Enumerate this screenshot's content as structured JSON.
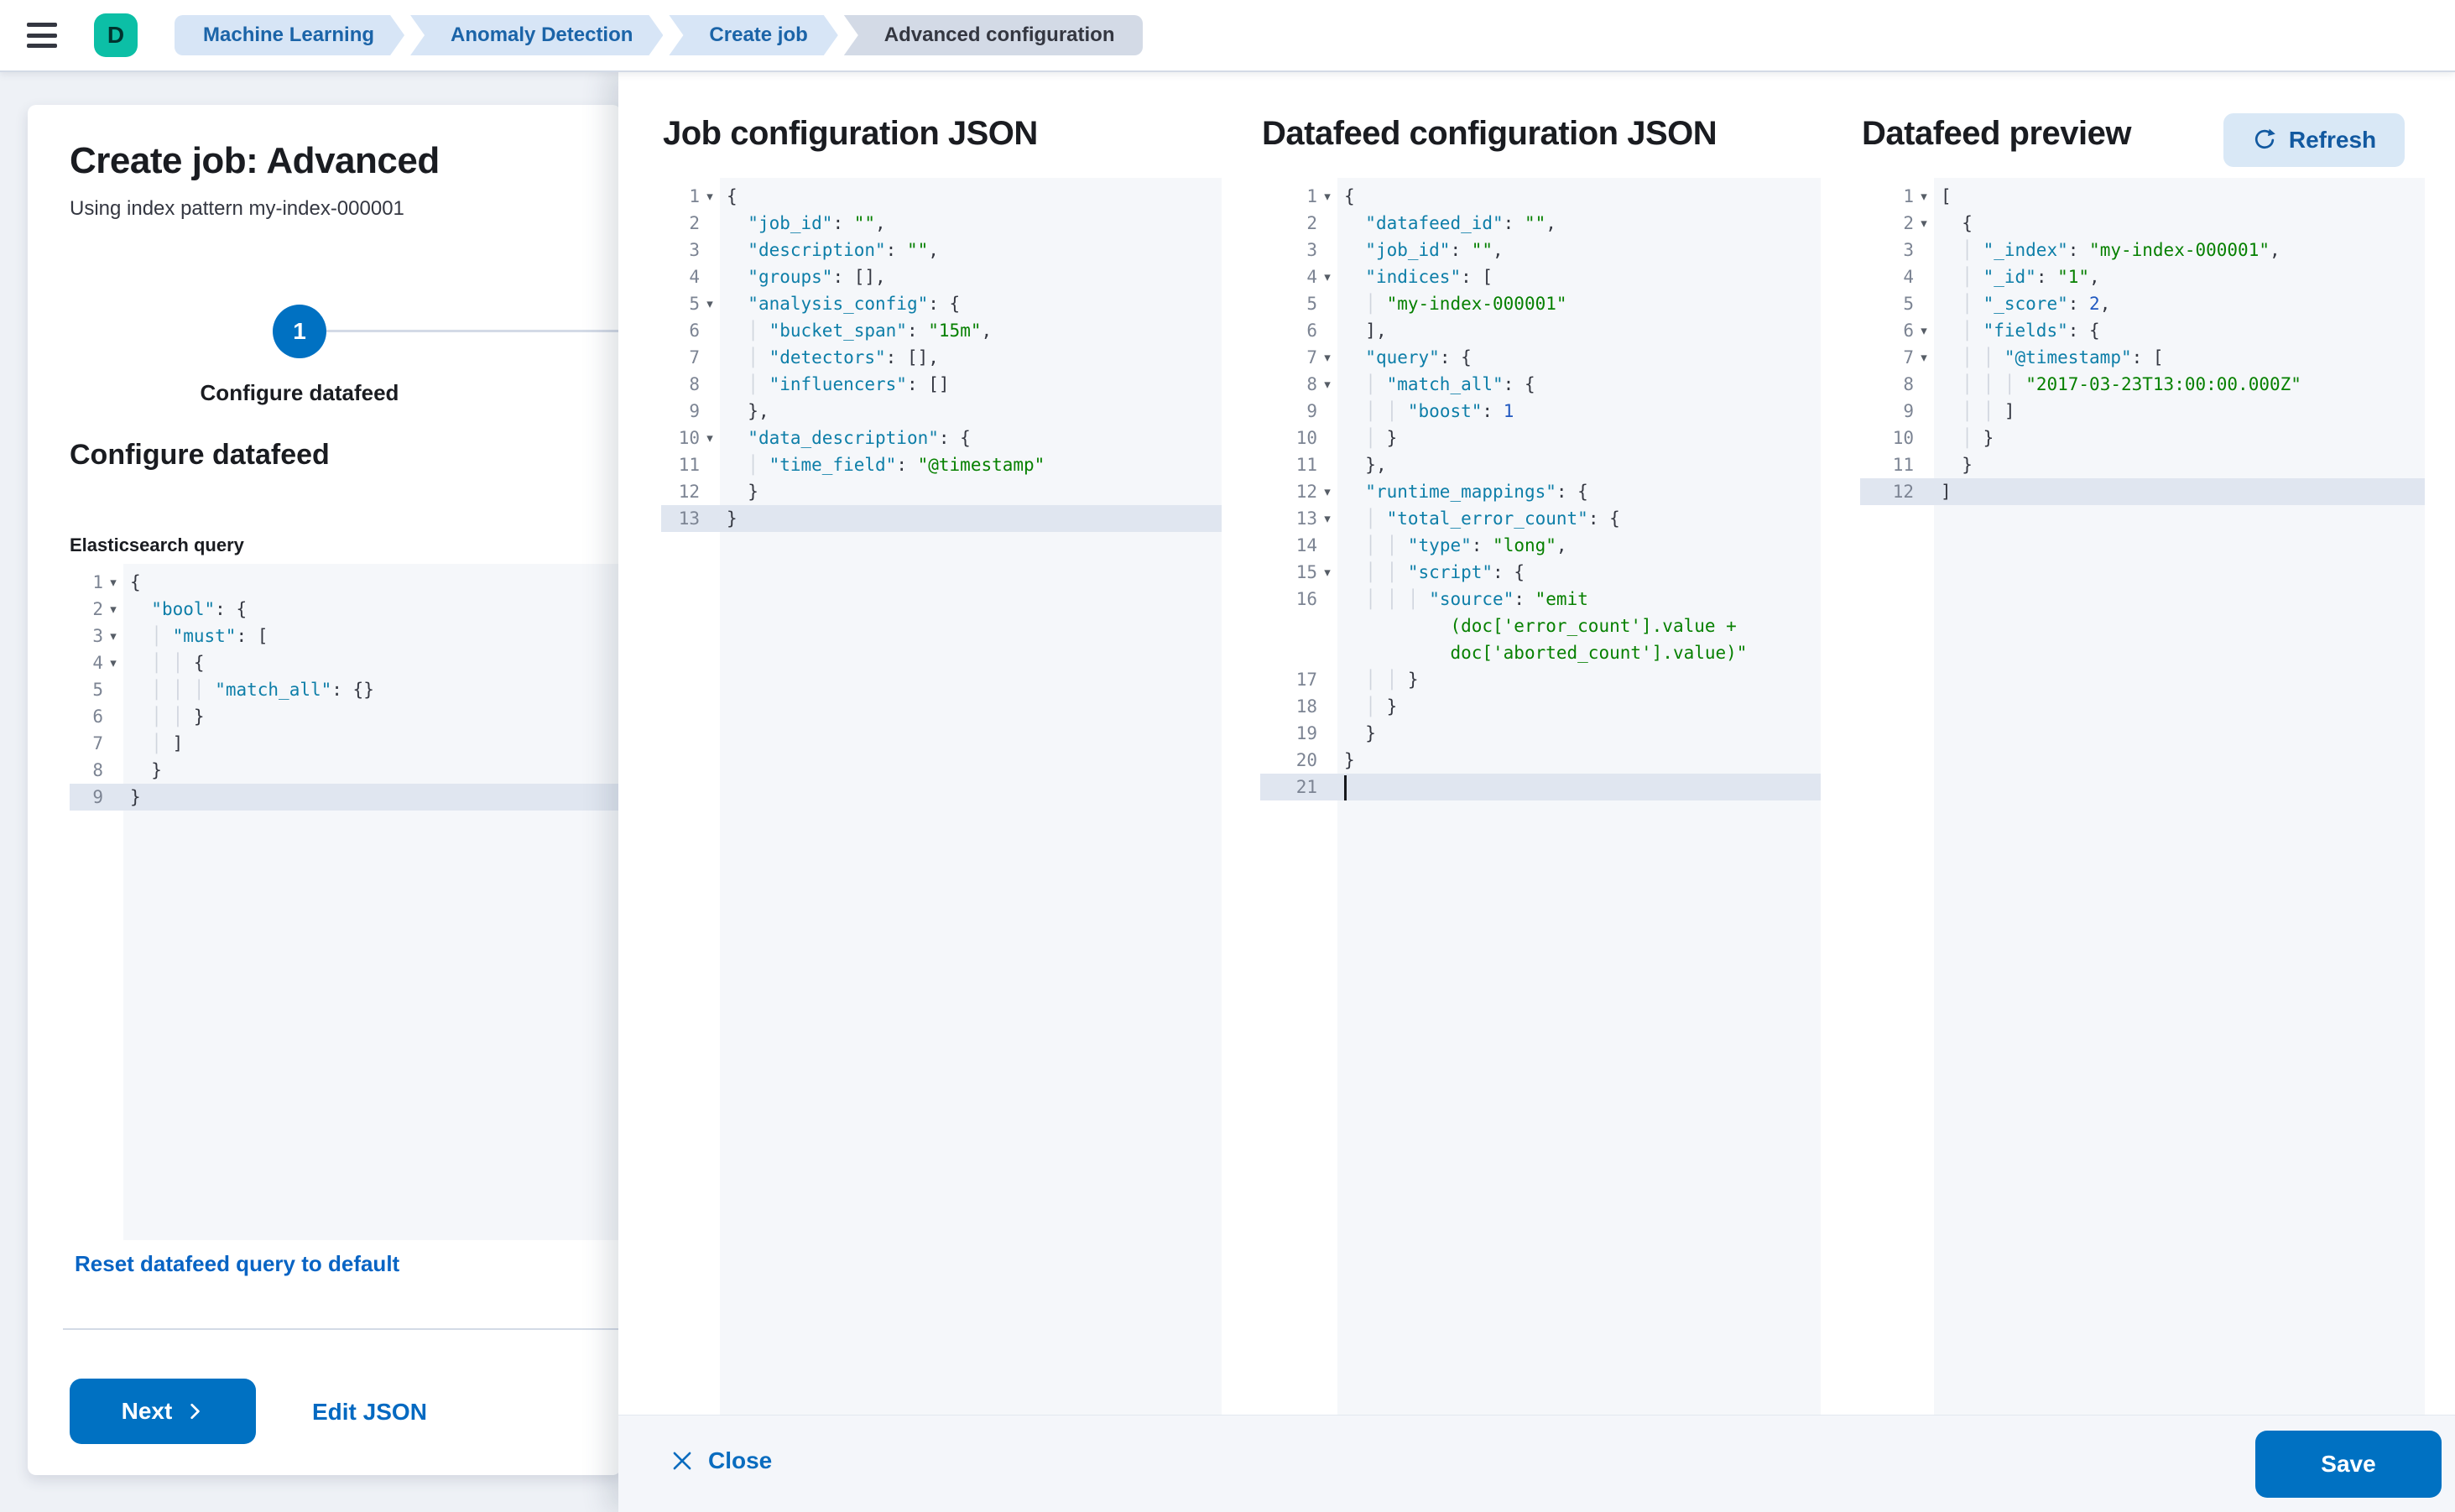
{
  "topbar": {
    "logo_letter": "D",
    "breadcrumbs": [
      {
        "label": "Machine Learning",
        "current": false
      },
      {
        "label": "Anomaly Detection",
        "current": false
      },
      {
        "label": "Create job",
        "current": false
      },
      {
        "label": "Advanced configuration",
        "current": true
      }
    ]
  },
  "wizard": {
    "title": "Create job: Advanced",
    "subtitle": "Using index pattern my-index-000001",
    "step_number": "1",
    "step_label": "Configure datafeed",
    "section_heading": "Configure datafeed",
    "query_label": "Elasticsearch query",
    "reset_link": "Reset datafeed query to default",
    "next_button": "Next",
    "edit_json_link": "Edit JSON"
  },
  "flyout": {
    "panels": [
      {
        "title": "Job configuration JSON"
      },
      {
        "title": "Datafeed configuration JSON"
      },
      {
        "title": "Datafeed preview"
      }
    ],
    "refresh_button": "Refresh",
    "close_button": "Close",
    "save_button": "Save"
  },
  "colors": {
    "primary": "#0071c2",
    "accent_teal": "#0cbfa6",
    "link_blue": "#0a6cbf",
    "breadcrumb_bg": "#d7e5f6",
    "breadcrumb_current_bg": "#d3dae6",
    "code_key": "#0d7ea8",
    "code_string": "#068000",
    "code_number": "#2058c0",
    "code_bg": "#f5f7fa",
    "active_line_bg": "#e0e6f0"
  },
  "editors": {
    "es_query": {
      "lines": [
        {
          "n": 1,
          "fold": true,
          "t": [
            [
              "p",
              "{"
            ]
          ]
        },
        {
          "n": 2,
          "fold": true,
          "t": [
            [
              "p",
              "  "
            ],
            [
              "k",
              "\"bool\""
            ],
            [
              "p",
              ": {"
            ]
          ]
        },
        {
          "n": 3,
          "fold": true,
          "t": [
            [
              "p",
              "  "
            ],
            [
              "g",
              "│ "
            ],
            [
              "k",
              "\"must\""
            ],
            [
              "p",
              ": ["
            ]
          ]
        },
        {
          "n": 4,
          "fold": true,
          "t": [
            [
              "p",
              "  "
            ],
            [
              "g",
              "│ "
            ],
            [
              "g",
              "│ "
            ],
            [
              "p",
              "{"
            ]
          ]
        },
        {
          "n": 5,
          "t": [
            [
              "p",
              "  "
            ],
            [
              "g",
              "│ "
            ],
            [
              "g",
              "│ "
            ],
            [
              "g",
              "│ "
            ],
            [
              "k",
              "\"match_all\""
            ],
            [
              "p",
              ": {}"
            ]
          ]
        },
        {
          "n": 6,
          "t": [
            [
              "p",
              "  "
            ],
            [
              "g",
              "│ "
            ],
            [
              "g",
              "│ "
            ],
            [
              "p",
              "}"
            ]
          ]
        },
        {
          "n": 7,
          "t": [
            [
              "p",
              "  "
            ],
            [
              "g",
              "│ "
            ],
            [
              "p",
              "]"
            ]
          ]
        },
        {
          "n": 8,
          "t": [
            [
              "p",
              "  "
            ],
            [
              "p",
              "}"
            ]
          ]
        },
        {
          "n": 9,
          "active": true,
          "t": [
            [
              "p",
              "}"
            ]
          ]
        }
      ]
    },
    "job_config": {
      "lines": [
        {
          "n": 1,
          "fold": true,
          "t": [
            [
              "p",
              "{"
            ]
          ]
        },
        {
          "n": 2,
          "t": [
            [
              "p",
              "  "
            ],
            [
              "k",
              "\"job_id\""
            ],
            [
              "p",
              ": "
            ],
            [
              "s",
              "\"\""
            ],
            [
              "p",
              ","
            ]
          ]
        },
        {
          "n": 3,
          "t": [
            [
              "p",
              "  "
            ],
            [
              "k",
              "\"description\""
            ],
            [
              "p",
              ": "
            ],
            [
              "s",
              "\"\""
            ],
            [
              "p",
              ","
            ]
          ]
        },
        {
          "n": 4,
          "t": [
            [
              "p",
              "  "
            ],
            [
              "k",
              "\"groups\""
            ],
            [
              "p",
              ": [],"
            ]
          ]
        },
        {
          "n": 5,
          "fold": true,
          "t": [
            [
              "p",
              "  "
            ],
            [
              "k",
              "\"analysis_config\""
            ],
            [
              "p",
              ": {"
            ]
          ]
        },
        {
          "n": 6,
          "t": [
            [
              "p",
              "  "
            ],
            [
              "g",
              "│ "
            ],
            [
              "k",
              "\"bucket_span\""
            ],
            [
              "p",
              ": "
            ],
            [
              "s",
              "\"15m\""
            ],
            [
              "p",
              ","
            ]
          ]
        },
        {
          "n": 7,
          "t": [
            [
              "p",
              "  "
            ],
            [
              "g",
              "│ "
            ],
            [
              "k",
              "\"detectors\""
            ],
            [
              "p",
              ": [],"
            ]
          ]
        },
        {
          "n": 8,
          "t": [
            [
              "p",
              "  "
            ],
            [
              "g",
              "│ "
            ],
            [
              "k",
              "\"influencers\""
            ],
            [
              "p",
              ": []"
            ]
          ]
        },
        {
          "n": 9,
          "t": [
            [
              "p",
              "  "
            ],
            [
              "p",
              "},"
            ]
          ]
        },
        {
          "n": 10,
          "fold": true,
          "t": [
            [
              "p",
              "  "
            ],
            [
              "k",
              "\"data_description\""
            ],
            [
              "p",
              ": {"
            ]
          ]
        },
        {
          "n": 11,
          "t": [
            [
              "p",
              "  "
            ],
            [
              "g",
              "│ "
            ],
            [
              "k",
              "\"time_field\""
            ],
            [
              "p",
              ": "
            ],
            [
              "s",
              "\"@timestamp\""
            ]
          ]
        },
        {
          "n": 12,
          "t": [
            [
              "p",
              "  "
            ],
            [
              "p",
              "}"
            ]
          ]
        },
        {
          "n": 13,
          "active": true,
          "t": [
            [
              "p",
              "}"
            ]
          ]
        }
      ]
    },
    "datafeed_config": {
      "lines": [
        {
          "n": 1,
          "fold": true,
          "t": [
            [
              "p",
              "{"
            ]
          ]
        },
        {
          "n": 2,
          "t": [
            [
              "p",
              "  "
            ],
            [
              "k",
              "\"datafeed_id\""
            ],
            [
              "p",
              ": "
            ],
            [
              "s",
              "\"\""
            ],
            [
              "p",
              ","
            ]
          ]
        },
        {
          "n": 3,
          "t": [
            [
              "p",
              "  "
            ],
            [
              "k",
              "\"job_id\""
            ],
            [
              "p",
              ": "
            ],
            [
              "s",
              "\"\""
            ],
            [
              "p",
              ","
            ]
          ]
        },
        {
          "n": 4,
          "fold": true,
          "t": [
            [
              "p",
              "  "
            ],
            [
              "k",
              "\"indices\""
            ],
            [
              "p",
              ": ["
            ]
          ]
        },
        {
          "n": 5,
          "t": [
            [
              "p",
              "  "
            ],
            [
              "g",
              "│ "
            ],
            [
              "s",
              "\"my-index-000001\""
            ]
          ]
        },
        {
          "n": 6,
          "t": [
            [
              "p",
              "  "
            ],
            [
              "p",
              "],"
            ]
          ]
        },
        {
          "n": 7,
          "fold": true,
          "t": [
            [
              "p",
              "  "
            ],
            [
              "k",
              "\"query\""
            ],
            [
              "p",
              ": {"
            ]
          ]
        },
        {
          "n": 8,
          "fold": true,
          "t": [
            [
              "p",
              "  "
            ],
            [
              "g",
              "│ "
            ],
            [
              "k",
              "\"match_all\""
            ],
            [
              "p",
              ": {"
            ]
          ]
        },
        {
          "n": 9,
          "t": [
            [
              "p",
              "  "
            ],
            [
              "g",
              "│ "
            ],
            [
              "g",
              "│ "
            ],
            [
              "k",
              "\"boost\""
            ],
            [
              "p",
              ": "
            ],
            [
              "n",
              "1"
            ]
          ]
        },
        {
          "n": 10,
          "t": [
            [
              "p",
              "  "
            ],
            [
              "g",
              "│ "
            ],
            [
              "p",
              "}"
            ]
          ]
        },
        {
          "n": 11,
          "t": [
            [
              "p",
              "  "
            ],
            [
              "p",
              "},"
            ]
          ]
        },
        {
          "n": 12,
          "fold": true,
          "t": [
            [
              "p",
              "  "
            ],
            [
              "k",
              "\"runtime_mappings\""
            ],
            [
              "p",
              ": {"
            ]
          ]
        },
        {
          "n": 13,
          "fold": true,
          "t": [
            [
              "p",
              "  "
            ],
            [
              "g",
              "│ "
            ],
            [
              "k",
              "\"total_error_count\""
            ],
            [
              "p",
              ": {"
            ]
          ]
        },
        {
          "n": 14,
          "t": [
            [
              "p",
              "  "
            ],
            [
              "g",
              "│ "
            ],
            [
              "g",
              "│ "
            ],
            [
              "k",
              "\"type\""
            ],
            [
              "p",
              ": "
            ],
            [
              "s",
              "\"long\""
            ],
            [
              "p",
              ","
            ]
          ]
        },
        {
          "n": 15,
          "fold": true,
          "t": [
            [
              "p",
              "  "
            ],
            [
              "g",
              "│ "
            ],
            [
              "g",
              "│ "
            ],
            [
              "k",
              "\"script\""
            ],
            [
              "p",
              ": {"
            ]
          ]
        },
        {
          "n": 16,
          "t": [
            [
              "p",
              "  "
            ],
            [
              "g",
              "│ "
            ],
            [
              "g",
              "│ "
            ],
            [
              "g",
              "│ "
            ],
            [
              "k",
              "\"source\""
            ],
            [
              "p",
              ": "
            ],
            [
              "s",
              "\"emit"
            ]
          ]
        },
        {
          "t": [
            [
              "p",
              "          "
            ],
            [
              "s",
              "(doc['error_count'].value +"
            ]
          ]
        },
        {
          "t": [
            [
              "p",
              "          "
            ],
            [
              "s",
              "doc['aborted_count'].value)\""
            ]
          ]
        },
        {
          "n": 17,
          "t": [
            [
              "p",
              "  "
            ],
            [
              "g",
              "│ "
            ],
            [
              "g",
              "│ "
            ],
            [
              "p",
              "}"
            ]
          ]
        },
        {
          "n": 18,
          "t": [
            [
              "p",
              "  "
            ],
            [
              "g",
              "│ "
            ],
            [
              "p",
              "}"
            ]
          ]
        },
        {
          "n": 19,
          "t": [
            [
              "p",
              "  "
            ],
            [
              "p",
              "}"
            ]
          ]
        },
        {
          "n": 20,
          "t": [
            [
              "p",
              "}"
            ]
          ]
        },
        {
          "n": 21,
          "active": true,
          "cursor": true,
          "t": []
        }
      ]
    },
    "datafeed_preview": {
      "lines": [
        {
          "n": 1,
          "fold": true,
          "t": [
            [
              "p",
              "["
            ]
          ]
        },
        {
          "n": 2,
          "fold": true,
          "t": [
            [
              "p",
              "  "
            ],
            [
              "p",
              "{"
            ]
          ]
        },
        {
          "n": 3,
          "t": [
            [
              "p",
              "  "
            ],
            [
              "g",
              "│ "
            ],
            [
              "k",
              "\"_index\""
            ],
            [
              "p",
              ": "
            ],
            [
              "s",
              "\"my-index-000001\""
            ],
            [
              "p",
              ","
            ]
          ]
        },
        {
          "n": 4,
          "t": [
            [
              "p",
              "  "
            ],
            [
              "g",
              "│ "
            ],
            [
              "k",
              "\"_id\""
            ],
            [
              "p",
              ": "
            ],
            [
              "s",
              "\"1\""
            ],
            [
              "p",
              ","
            ]
          ]
        },
        {
          "n": 5,
          "t": [
            [
              "p",
              "  "
            ],
            [
              "g",
              "│ "
            ],
            [
              "k",
              "\"_score\""
            ],
            [
              "p",
              ": "
            ],
            [
              "n",
              "2"
            ],
            [
              "p",
              ","
            ]
          ]
        },
        {
          "n": 6,
          "fold": true,
          "t": [
            [
              "p",
              "  "
            ],
            [
              "g",
              "│ "
            ],
            [
              "k",
              "\"fields\""
            ],
            [
              "p",
              ": {"
            ]
          ]
        },
        {
          "n": 7,
          "fold": true,
          "t": [
            [
              "p",
              "  "
            ],
            [
              "g",
              "│ "
            ],
            [
              "g",
              "│ "
            ],
            [
              "k",
              "\"@timestamp\""
            ],
            [
              "p",
              ": ["
            ]
          ]
        },
        {
          "n": 8,
          "t": [
            [
              "p",
              "  "
            ],
            [
              "g",
              "│ "
            ],
            [
              "g",
              "│ "
            ],
            [
              "g",
              "│ "
            ],
            [
              "s",
              "\"2017-03-23T13:00:00.000Z\""
            ]
          ]
        },
        {
          "n": 9,
          "t": [
            [
              "p",
              "  "
            ],
            [
              "g",
              "│ "
            ],
            [
              "g",
              "│ "
            ],
            [
              "p",
              "]"
            ]
          ]
        },
        {
          "n": 10,
          "t": [
            [
              "p",
              "  "
            ],
            [
              "g",
              "│ "
            ],
            [
              "p",
              "}"
            ]
          ]
        },
        {
          "n": 11,
          "t": [
            [
              "p",
              "  "
            ],
            [
              "p",
              "}"
            ]
          ]
        },
        {
          "n": 12,
          "active": true,
          "t": [
            [
              "p",
              "]"
            ]
          ]
        }
      ]
    }
  }
}
